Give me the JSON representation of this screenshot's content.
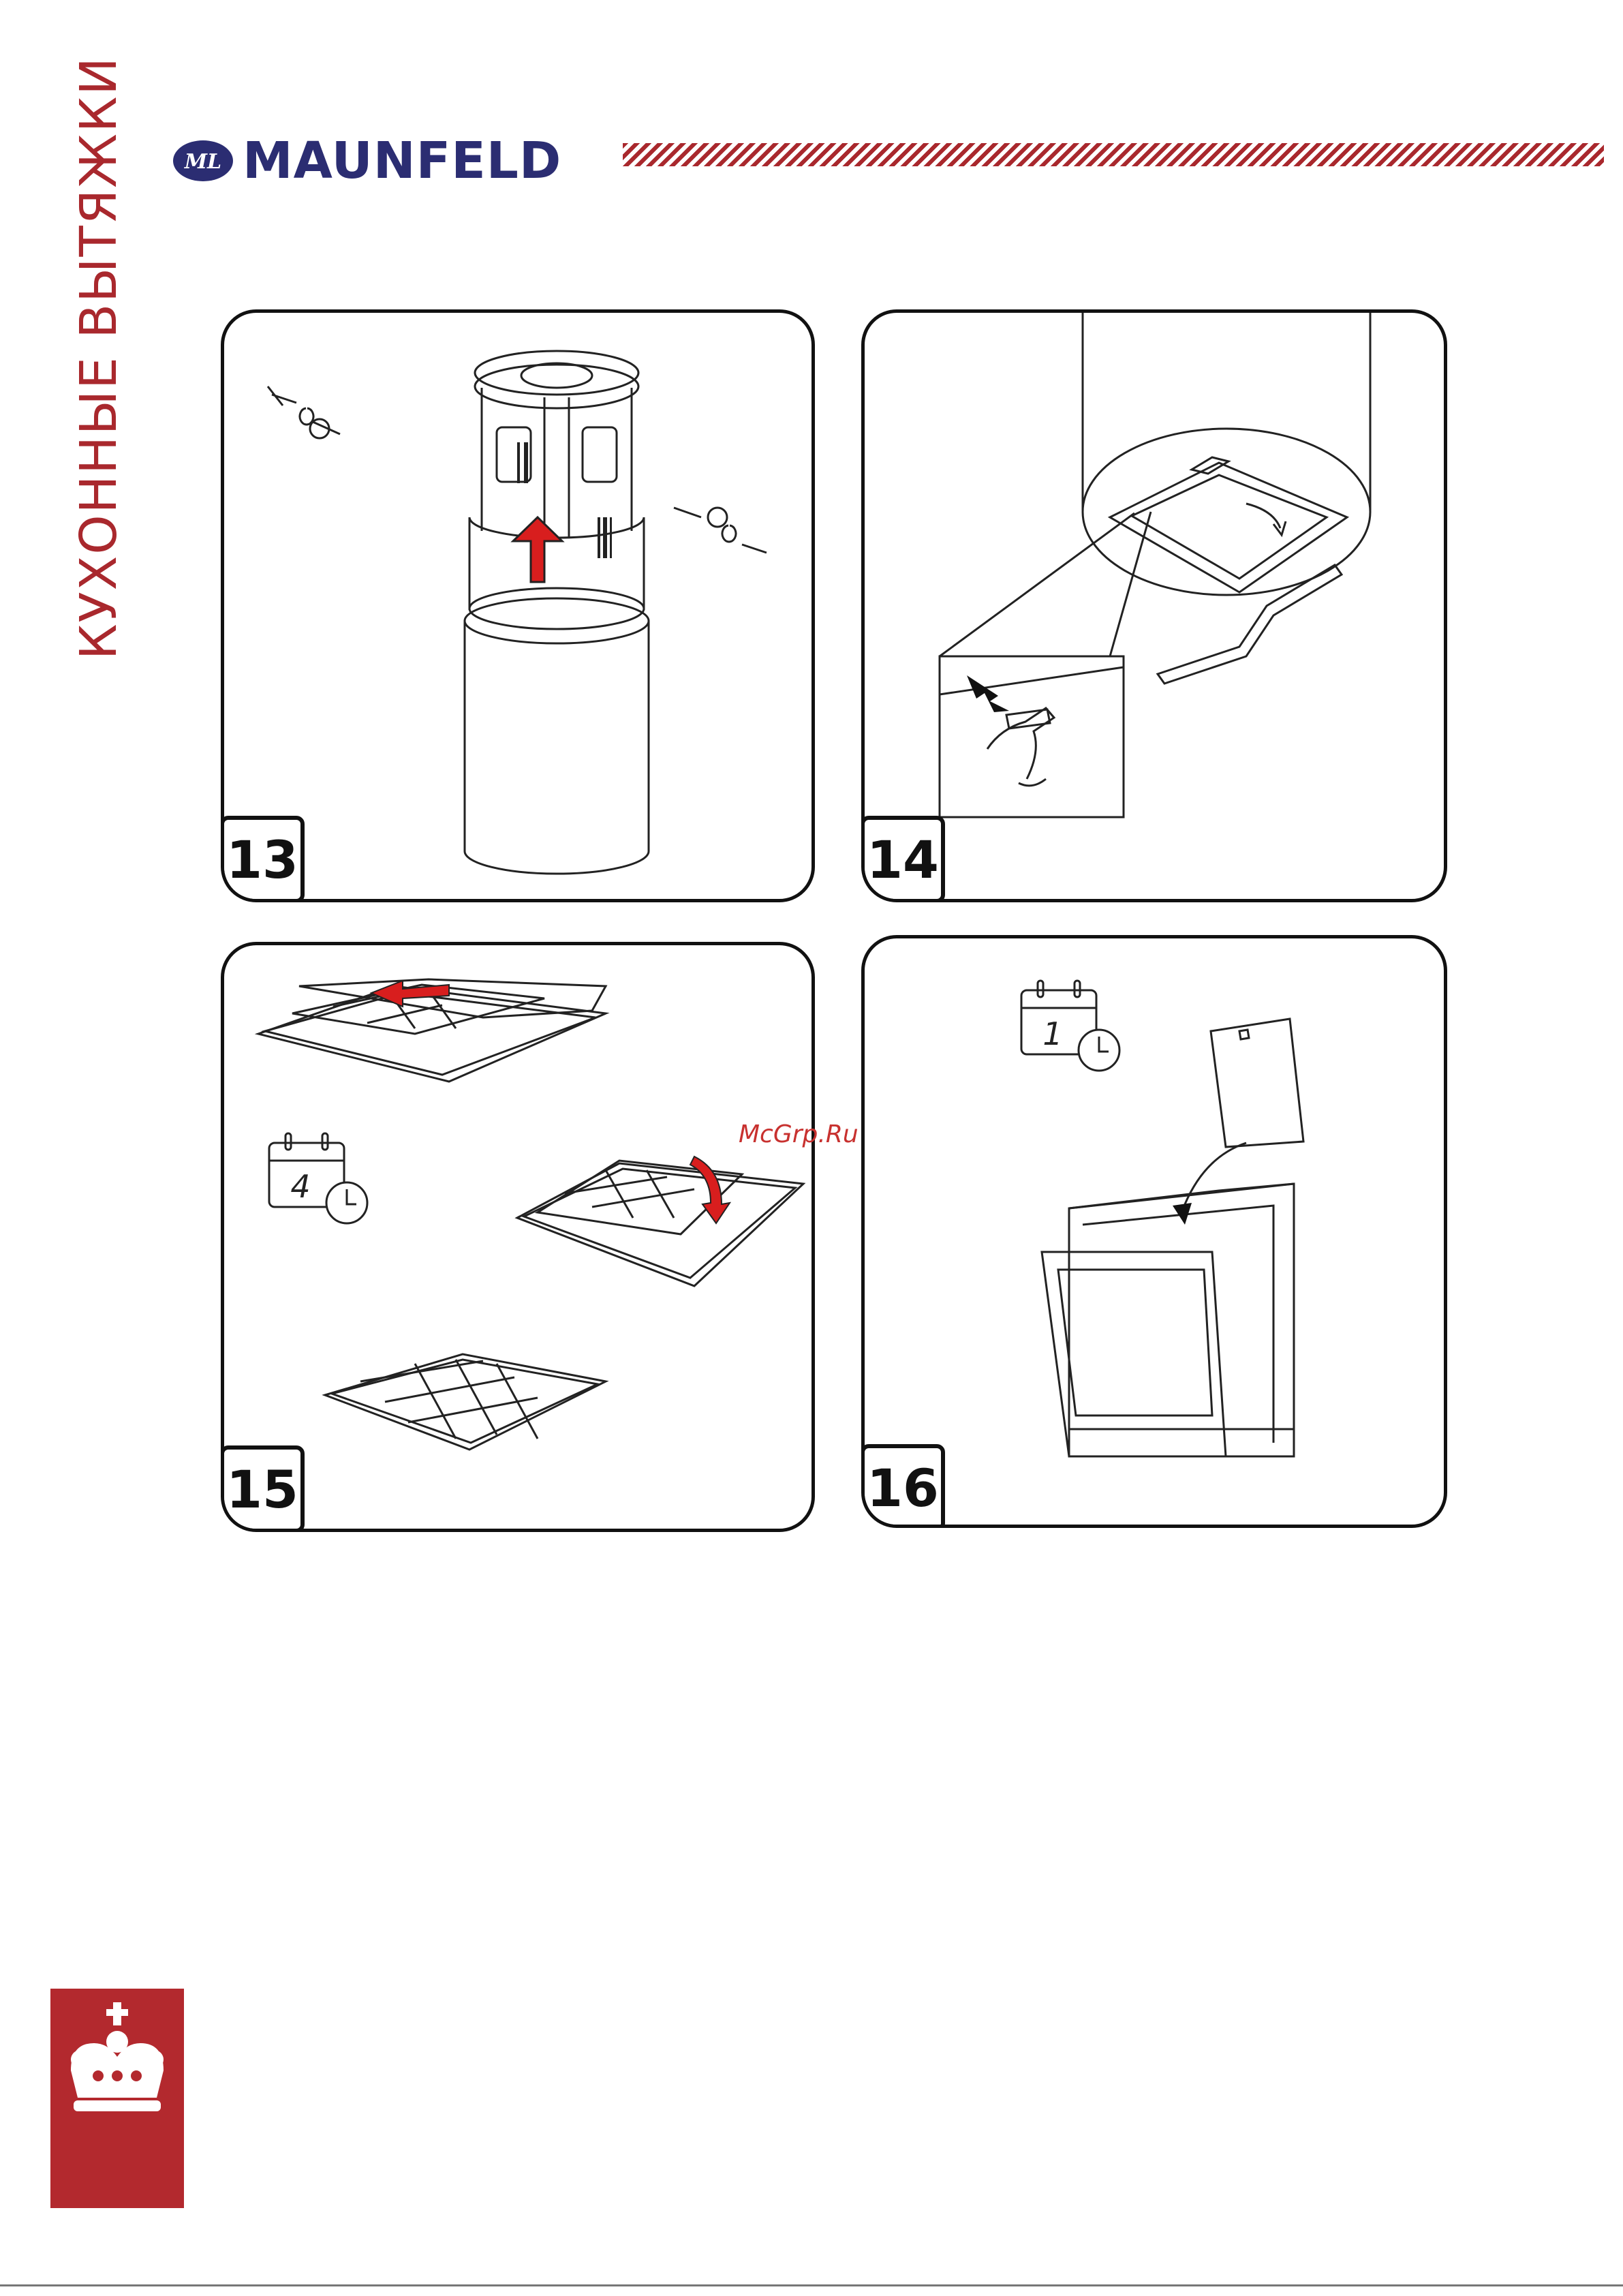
{
  "brand": {
    "name": "MAUNFELD",
    "logo_mark": "ML",
    "color": "#2b2d72"
  },
  "section_title": "КУХОННЫЕ ВЫТЯЖКИ",
  "accent_color": "#a9282d",
  "steps": [
    {
      "number": "13",
      "icons": [
        "red-up-arrow",
        "screws",
        "hands"
      ]
    },
    {
      "number": "14",
      "icons": [
        "push-arrow",
        "hand",
        "down-curved-arrow"
      ]
    },
    {
      "number": "15",
      "icons": [
        "red-left-arrow",
        "calendar-clock"
      ],
      "calendar_value": "4"
    },
    {
      "number": "16",
      "icons": [
        "calendar-clock",
        "dishwasher",
        "curved-arrow"
      ],
      "calendar_value": "1"
    }
  ],
  "watermark": "McGrp.Ru"
}
